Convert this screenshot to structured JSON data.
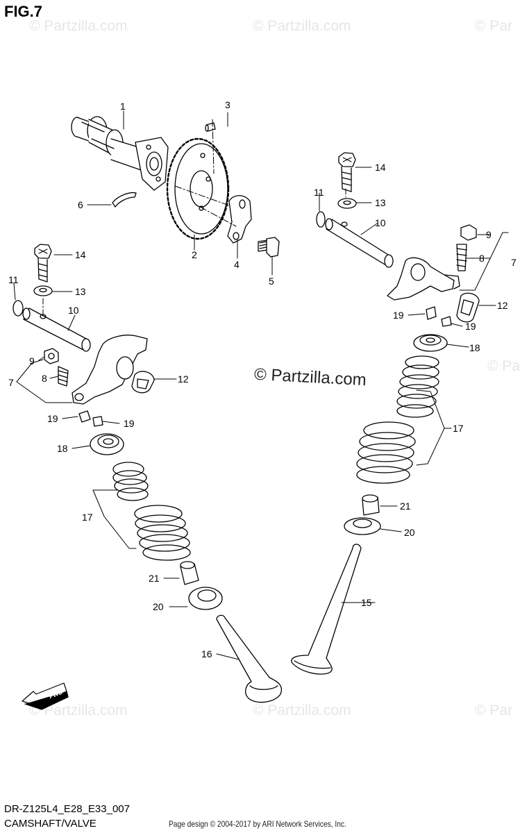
{
  "figure": {
    "title": "FIG.7",
    "model_code": "DR-Z125L4_E28_E33_007",
    "section_name": "CAMSHAFT/VALVE",
    "credit": "Page design © 2004-2017 by ARI Network Services, Inc."
  },
  "watermarks": {
    "faint_text": "© Partzilla.com",
    "faint_text_cut": "© Par",
    "center_text": "© Partzilla.com"
  },
  "fwd_label": "FWD",
  "callouts": {
    "c1": "1",
    "c2": "2",
    "c3": "3",
    "c4": "4",
    "c5": "5",
    "c6": "6",
    "c7_left": "7",
    "c7_right": "7",
    "c8_left": "8",
    "c8_right": "8",
    "c9_left": "9",
    "c9_right": "9",
    "c10_left": "10",
    "c10_right": "10",
    "c11_left": "11",
    "c11_right": "11",
    "c12_left": "12",
    "c12_right": "12",
    "c13_left": "13",
    "c13_right": "13",
    "c14_left": "14",
    "c14_right": "14",
    "c15": "15",
    "c16": "16",
    "c17_left": "17",
    "c17_right": "17",
    "c18_left": "18",
    "c18_right": "18",
    "c19_left_a": "19",
    "c19_left_b": "19",
    "c19_right_a": "19",
    "c19_right_b": "19",
    "c20_left": "20",
    "c20_right": "20",
    "c21_left": "21",
    "c21_right": "21"
  }
}
